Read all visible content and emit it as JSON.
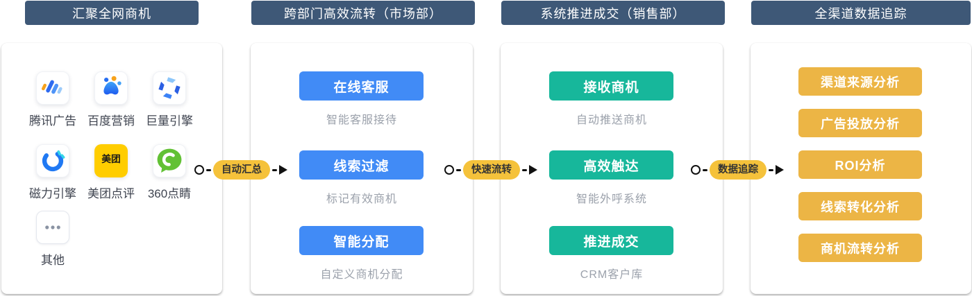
{
  "colors": {
    "header_bg": "#3E5877",
    "card_bg": "#FFFFFF",
    "marketing_accent": "#418BF6",
    "sales_accent": "#17B79B",
    "analytics_accent": "#ECB545",
    "connector_pill_bg": "#F5C23B",
    "connector_line": "#111111",
    "desc_text": "#9BA1AB",
    "source_label_text": "#3F4450",
    "meituan_tile_bg": "#FFCD00"
  },
  "icons": {
    "meituan_logo_text": "美团"
  },
  "columns": [
    {
      "header": "汇聚全网商机",
      "sources": [
        {
          "name": "腾讯广告",
          "icon": "tencent-ads-icon"
        },
        {
          "name": "百度营销",
          "icon": "baidu-marketing-icon"
        },
        {
          "name": "巨量引擎",
          "icon": "ocean-engine-icon"
        },
        {
          "name": "磁力引擎",
          "icon": "magnetic-engine-icon"
        },
        {
          "name": "美团点评",
          "icon": "meituan-icon"
        },
        {
          "name": "360点睛",
          "icon": "360-dianjing-icon"
        },
        {
          "name": "其他",
          "icon": "more-icon"
        }
      ]
    },
    {
      "header": "跨部门高效流转（市场部）",
      "steps": [
        {
          "label": "在线客服",
          "desc": "智能客服接待"
        },
        {
          "label": "线索过滤",
          "desc": "标记有效商机"
        },
        {
          "label": "智能分配",
          "desc": "自定义商机分配"
        }
      ]
    },
    {
      "header": "系统推进成交（销售部）",
      "steps": [
        {
          "label": "接收商机",
          "desc": "自动推送商机"
        },
        {
          "label": "高效触达",
          "desc": "智能外呼系统"
        },
        {
          "label": "推进成交",
          "desc": "CRM客户库"
        }
      ]
    },
    {
      "header": "全渠道数据追踪",
      "items": [
        "渠道来源分析",
        "广告投放分析",
        "ROI分析",
        "线索转化分析",
        "商机流转分析"
      ]
    }
  ],
  "connectors": [
    {
      "label": "自动汇总"
    },
    {
      "label": "快速流转"
    },
    {
      "label": "数据追踪"
    }
  ]
}
